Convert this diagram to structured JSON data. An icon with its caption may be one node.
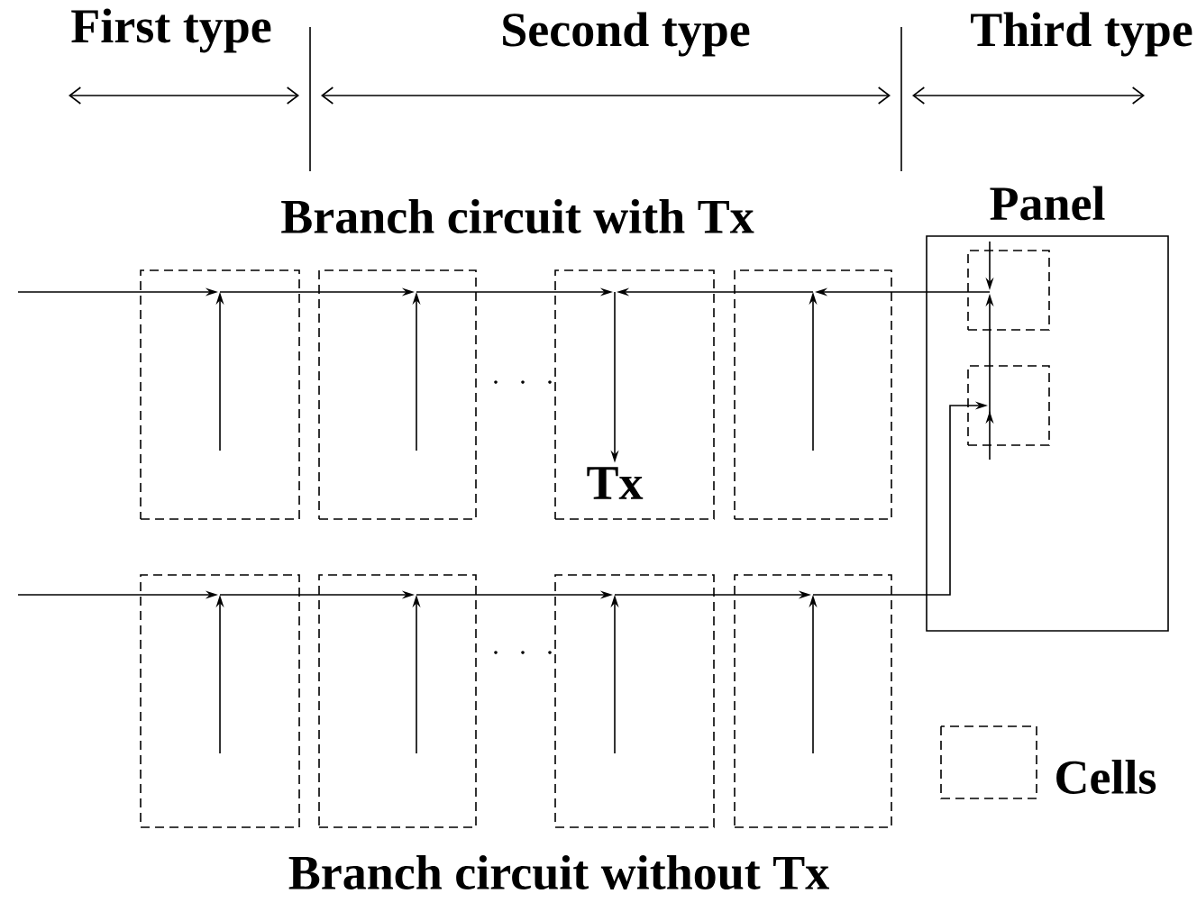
{
  "diagram": {
    "nodes": [
      {
        "text": [],
        "shape": "box"
      },
      {
        "text": [],
        "shape": "box"
      },
      {
        "text": [],
        "shape": "box"
      },
      {
        "text": [],
        "shape": "box"
      },
      {
        "text": [
          "Tx"
        ],
        "in": 2
      },
      {
        "text": [
          "Panel"
        ]
      },
      {
        "text": [],
        "shape": "box",
        "in": 5
      },
      {
        "text": [],
        "shape": "box",
        "in": 5
      },
      {
        "text": [],
        "shape": "box"
      },
      {
        "text": [],
        "shape": "box"
      },
      {
        "text": [],
        "shape": "box"
      },
      {
        "text": [],
        "shape": "box"
      }
    ],
    "edges": [
      {
        "from": null,
        "to": 0,
        "arrow": "to"
      },
      {
        "from": 0,
        "to": 1,
        "arrow": "to"
      },
      {
        "from": 1,
        "to": 2,
        "arrow": "to"
      },
      {
        "from": 6,
        "to": 3,
        "arrow": "to"
      },
      {
        "from": 3,
        "to": 2,
        "arrow": "to"
      },
      {
        "from": null,
        "to": 4,
        "arrow": "to"
      },
      {
        "from": null,
        "to": 6,
        "arrow": "to"
      },
      {
        "from": 7,
        "to": 6,
        "arrow": "to"
      },
      {
        "from": null,
        "to": 8,
        "arrow": "to"
      },
      {
        "from": 8,
        "to": 9,
        "arrow": "to"
      },
      {
        "from": 9,
        "to": 10,
        "arrow": "to"
      },
      {
        "from": 10,
        "to": 11,
        "arrow": "to"
      },
      {
        "from": 11,
        "to": 7,
        "arrow": "to"
      }
    ],
    "labels": [
      "First type",
      "Second type",
      "Third type",
      "Branch circuit with Tx",
      "Branch circuit without Tx"
    ],
    "legend": [
      {
        "text": "Cells"
      }
    ]
  }
}
